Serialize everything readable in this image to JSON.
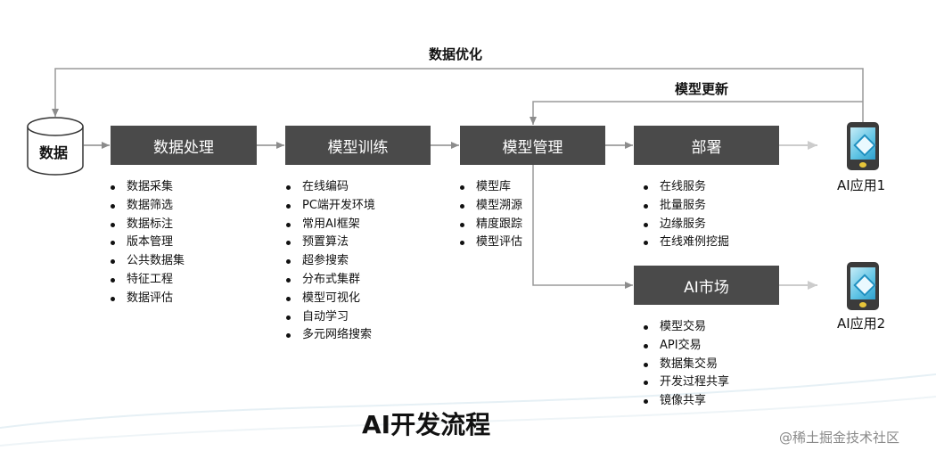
{
  "diagram": {
    "title": "AI开发流程",
    "flow_labels": {
      "data_optimize": "数据优化",
      "model_update": "模型更新"
    },
    "database": {
      "label": "数据"
    },
    "stages": [
      {
        "label": "数据处理",
        "items": [
          "数据采集",
          "数据筛选",
          "数据标注",
          "版本管理",
          "公共数据集",
          "特征工程",
          "数据评估"
        ]
      },
      {
        "label": "模型训练",
        "items": [
          "在线编码",
          "PC端开发环境",
          "常用AI框架",
          "预置算法",
          "超参搜索",
          "分布式集群",
          "模型可视化",
          "自动学习",
          "多元网络搜索"
        ]
      },
      {
        "label": "模型管理",
        "items": [
          "模型库",
          "模型溯源",
          "精度跟踪",
          "模型评估"
        ]
      },
      {
        "label": "部署",
        "items": [
          "在线服务",
          "批量服务",
          "边缘服务",
          "在线难例挖掘"
        ]
      },
      {
        "label": "AI市场",
        "items": [
          "模型交易",
          "API交易",
          "数据集交易",
          "开发过程共享",
          "镜像共享"
        ]
      }
    ],
    "apps": [
      {
        "label": "AI应用1",
        "icon": "mobile-phone-icon"
      },
      {
        "label": "AI应用2",
        "icon": "mobile-phone-icon"
      }
    ],
    "watermark": "@稀土掘金技术社区",
    "colors": {
      "box": "#4a4a4a",
      "arrow": "#9a9a9a",
      "light_arrow": "#cfcfcf",
      "text": "#111111"
    }
  }
}
